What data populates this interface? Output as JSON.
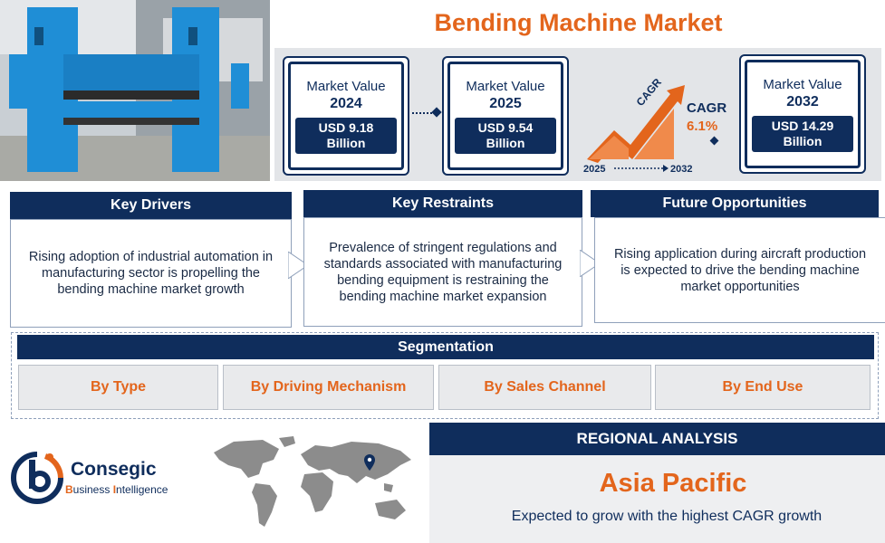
{
  "title": "Bending Machine Market",
  "market_values": [
    {
      "label": "Market Value",
      "year": "2024",
      "amount_line1": "USD 9.18",
      "amount_line2": "Billion"
    },
    {
      "label": "Market Value",
      "year": "2025",
      "amount_line1": "USD 9.54",
      "amount_line2": "Billion"
    },
    {
      "label": "Market Value",
      "year": "2032",
      "amount_line1": "USD 14.29",
      "amount_line2": "Billion"
    }
  ],
  "cagr": {
    "arrow_text": "CAGR",
    "label": "CAGR",
    "value": "6.1%",
    "start_year": "2025",
    "end_year": "2032"
  },
  "columns": [
    {
      "heading": "Key Drivers",
      "text": "Rising adoption of industrial automation in manufacturing sector is propelling the bending machine market growth"
    },
    {
      "heading": "Key Restraints",
      "text": "Prevalence of stringent regulations and standards associated with manufacturing bending equipment is restraining the bending machine market expansion"
    },
    {
      "heading": "Future Opportunities",
      "text": "Rising application during aircraft production is expected to drive the bending machine market opportunities"
    }
  ],
  "segmentation": {
    "heading": "Segmentation",
    "items": [
      "By Type",
      "By Driving Mechanism",
      "By Sales Channel",
      "By End Use"
    ]
  },
  "brand": {
    "name": "Consegic",
    "sub_parts": [
      "B",
      "usiness ",
      "I",
      "ntelligence"
    ]
  },
  "regional": {
    "heading": "REGIONAL ANALYSIS",
    "region": "Asia Pacific",
    "description": "Expected to grow with the highest CAGR growth"
  },
  "colors": {
    "navy": "#0f2d5c",
    "orange": "#e3651c",
    "machine_blue": "#1f8ed6"
  },
  "icons": [
    "bending-machine-photo",
    "growth-arrow-icon",
    "consegic-logo-icon",
    "world-map-icon",
    "location-pin-icon"
  ]
}
